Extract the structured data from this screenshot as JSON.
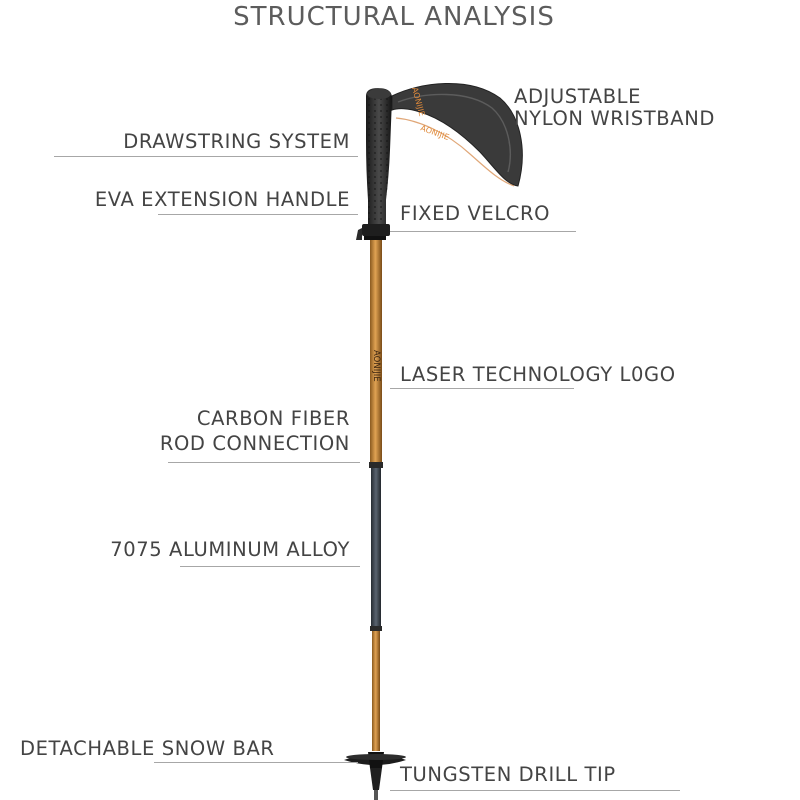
{
  "title": "STRUCTURAL ANALYSIS",
  "labels": {
    "wristband_l1": "ADJUSTABLE",
    "wristband_l2": "NYLON WRISTBAND",
    "drawstring": "DRAWSTRING SYSTEM",
    "eva_handle": "EVA EXTENSION HANDLE",
    "velcro": "FIXED VELCRO",
    "laser_logo": "LASER TECHNOLOGY L0GO",
    "carbon_l1": "CARBON FIBER",
    "carbon_l2": "ROD CONNECTION",
    "alloy": "7075 ALUMINUM ALLOY",
    "snow_bar": "DETACHABLE SNOW BAR",
    "tip": "TUNGSTEN DRILL TIP"
  },
  "pole": {
    "shaft_text": "AONIJIE",
    "strap_text": "AONIJIE",
    "colors": {
      "bronze": "#c47f2c",
      "gunmetal": "#3e4752",
      "grip": "#2b2b2b",
      "strap": "#3a3a3a",
      "accent": "#d0782f"
    }
  }
}
